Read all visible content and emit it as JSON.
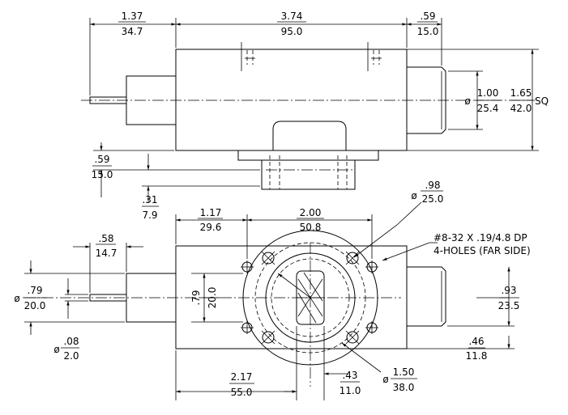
{
  "top_view": {
    "dim_left_in": "1.37",
    "dim_left_mm": "34.7",
    "dim_body_in": "3.74",
    "dim_body_mm": "95.0",
    "dim_right_in": ".59",
    "dim_right_mm": "15.0",
    "dim_dia_prefix": "ø",
    "dim_dia_in": "1.00",
    "dim_dia_mm": "25.4",
    "dim_sq_in": "1.65",
    "dim_sq_mm": "42.0",
    "dim_sq_suffix": "SQ",
    "dim_base_in": ".59",
    "dim_base_mm": "15.0",
    "dim_plate_in": ".31",
    "dim_plate_mm": "7.9"
  },
  "front_view": {
    "dim_hole_prefix": "ø",
    "dim_hole_in": ".98",
    "dim_hole_mm": "25.0",
    "dim_a_in": "1.17",
    "dim_a_mm": "29.6",
    "dim_b_in": "2.00",
    "dim_b_mm": "50.8",
    "dim_shaft_in": ".58",
    "dim_shaft_mm": "14.7",
    "note_line1": "#8-32 X .19/4.8 DP",
    "note_line2": "4-HOLES (FAR SIDE)",
    "dim_boss_prefix": "ø",
    "dim_boss_in": ".79",
    "dim_boss_mm": "20.0",
    "dim_center_in": ".79",
    "dim_center_mm": "20.0",
    "dim_pin_prefix": "ø",
    "dim_pin_in": ".08",
    "dim_pin_mm": "2.0",
    "dim_right_in": ".93",
    "dim_right_mm": "23.5",
    "dim_low_in": ".46",
    "dim_low_mm": "11.8",
    "dim_bottom_in": "2.17",
    "dim_bottom_mm": "55.0",
    "dim_slot_in": ".43",
    "dim_slot_mm": "11.0",
    "dim_bore_prefix": "ø",
    "dim_bore_in": "1.50",
    "dim_bore_mm": "38.0"
  }
}
